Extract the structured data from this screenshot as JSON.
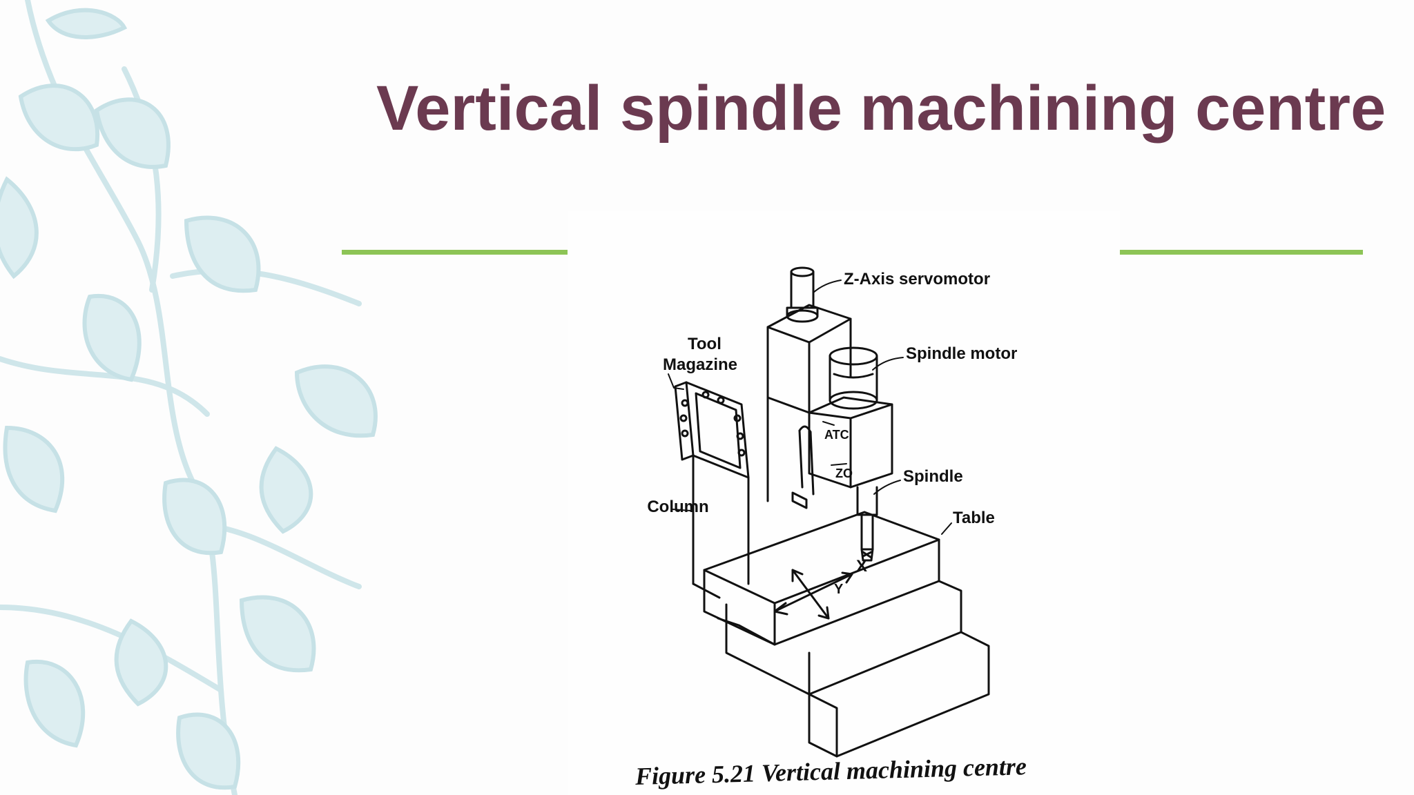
{
  "slide": {
    "title": "Vertical spindle machining centre",
    "accent_color": "#8dc456",
    "title_color": "#6b3a50",
    "decoration": "leaf-vine-ornament"
  },
  "figure": {
    "labels": {
      "z_axis_servomotor": "Z-Axis servomotor",
      "spindle_motor": "Spindle motor",
      "tool_line1": "Tool",
      "tool_line2": "Magazine",
      "atc": "ATC",
      "zo": "ZO",
      "spindle": "Spindle",
      "column": "Column",
      "table": "Table",
      "axis_x": "X",
      "axis_y": "Y"
    },
    "caption": "Figure 5.21 Vertical machining centre"
  }
}
